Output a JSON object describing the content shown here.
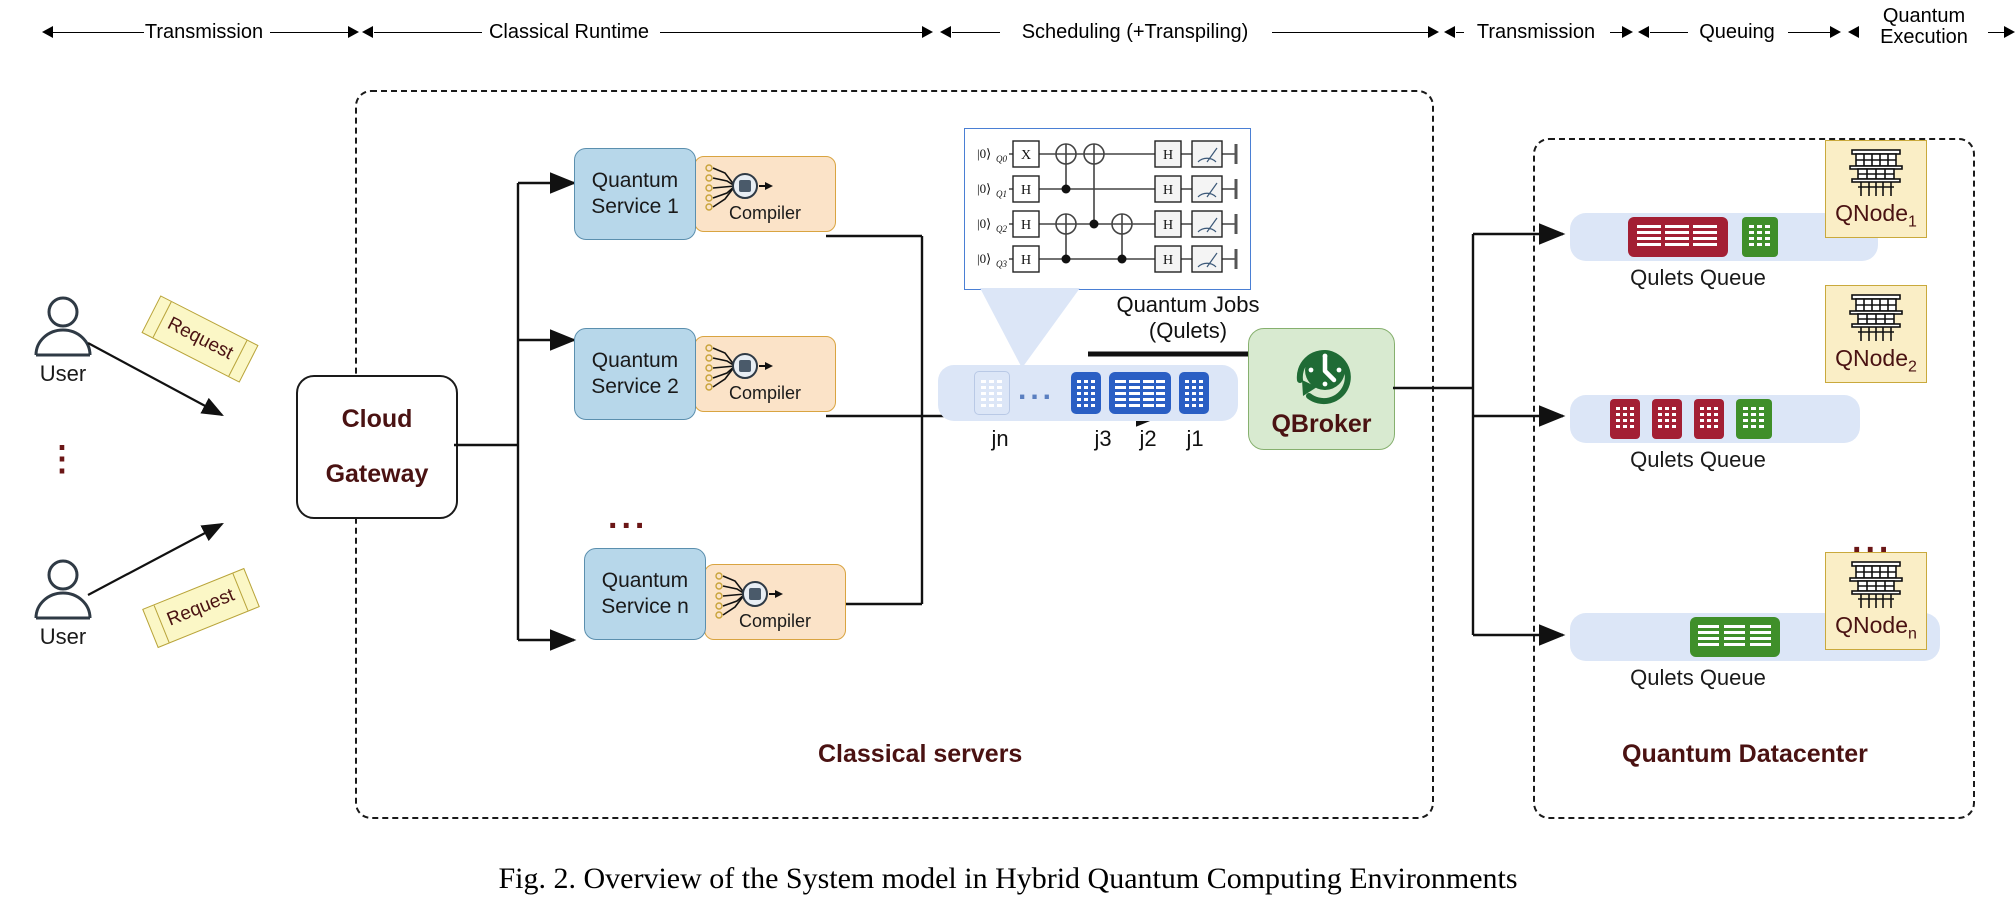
{
  "figure": {
    "caption": "Fig. 2.  Overview of the System model in Hybrid Quantum Computing Environments"
  },
  "phases": [
    {
      "label": "Transmission",
      "style": "both"
    },
    {
      "label": "Classical Runtime",
      "style": "both"
    },
    {
      "label": "Scheduling (+Transpiling)",
      "style": "both"
    },
    {
      "label": "Transmission",
      "style": "both"
    },
    {
      "label": "Queuing",
      "style": "both"
    },
    {
      "label": "Quantum\nExecution",
      "line1": "Quantum",
      "line2": "Execution",
      "style": "right"
    }
  ],
  "users": [
    {
      "label": "User",
      "request_label": "Request"
    },
    {
      "label": "User",
      "request_label": "Request"
    }
  ],
  "user_ellipsis": "⋮",
  "gateway": {
    "line1": "Cloud",
    "line2": "Gateway"
  },
  "classical_region": {
    "title": "Classical servers",
    "services": [
      {
        "name_line1": "Quantum",
        "name_line2": "Service 1",
        "compiler_label": "Compiler"
      },
      {
        "name_line1": "Quantum",
        "name_line2": "Service 2",
        "compiler_label": "Compiler"
      },
      {
        "name_line1": "Quantum",
        "name_line2": "Service n",
        "compiler_label": "Compiler"
      }
    ],
    "services_ellipsis": "..."
  },
  "circuit": {
    "qubits": [
      {
        "state": "|0⟩",
        "index": "Q0",
        "sub": "0"
      },
      {
        "state": "|0⟩",
        "index": "Q1",
        "sub": "1"
      },
      {
        "state": "|0⟩",
        "index": "Q2",
        "sub": "2"
      },
      {
        "state": "|0⟩",
        "index": "Q3",
        "sub": "3"
      }
    ],
    "gates_col1": [
      "X",
      "H",
      "H",
      "H"
    ],
    "gates_hadamard_col": [
      "H",
      "H",
      "H",
      "H"
    ],
    "measurement": "meter-icon",
    "cnots": [
      {
        "control_wire": 1,
        "target_wire": 0
      },
      {
        "control_wire": 2,
        "target_wire": 0
      },
      {
        "control_wire": 3,
        "target_wire": 2
      },
      {
        "control_wire": 3,
        "target_wire": 2
      }
    ]
  },
  "quantum_jobs": {
    "caption_line1": "Quantum Jobs",
    "caption_line2": "(Qulets)",
    "jobs": [
      {
        "label": "jn",
        "sub": "n",
        "variant": "faded"
      },
      {
        "label": "j3",
        "sub": "3",
        "variant": "small"
      },
      {
        "label": "j2",
        "sub": "2",
        "variant": "wide"
      },
      {
        "label": "j1",
        "sub": "1",
        "variant": "small"
      }
    ],
    "ellipsis": "..."
  },
  "broker": {
    "label": "QBroker",
    "icon": "clock-refresh-icon"
  },
  "datacenter": {
    "title": "Quantum Datacenter",
    "nodes_ellipsis": "...",
    "nodes": [
      {
        "queue_label": "Qulets Queue",
        "node_label": "QNode",
        "node_sub": "1",
        "queue_items": [
          {
            "color": "red",
            "width": "wide"
          },
          {
            "color": "green",
            "width": "narrow"
          }
        ]
      },
      {
        "queue_label": "Qulets Queue",
        "node_label": "QNode",
        "node_sub": "2",
        "queue_items": [
          {
            "color": "red",
            "width": "narrow"
          },
          {
            "color": "red",
            "width": "narrow"
          },
          {
            "color": "red",
            "width": "narrow"
          },
          {
            "color": "green",
            "width": "narrow"
          }
        ]
      },
      {
        "queue_label": "Qulets Queue",
        "node_label": "QNode",
        "node_sub": "n",
        "queue_items": [
          {
            "color": "green",
            "width": "wide"
          }
        ]
      }
    ]
  },
  "colors": {
    "service_fill": "#b7d7ea",
    "compiler_fill": "#fbe3c8",
    "broker_fill": "#d8ead0",
    "broker_icon": "#1f6b35",
    "qnode_fill": "#faeec6",
    "queue_fill": "#dce6f7",
    "job_blue": "#2a5fc4",
    "job_faded": "#dbe6f7",
    "server_red": "#a31f34",
    "server_green": "#3f8f29",
    "title_maroon": "#4a1212",
    "request_fill": "#fbf7c6"
  }
}
